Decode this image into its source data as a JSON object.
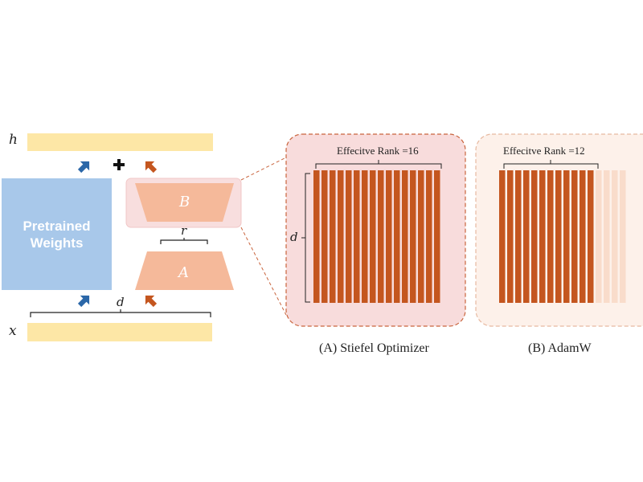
{
  "labels": {
    "h": "h",
    "x": "x",
    "pretrained_line1": "Pretrained",
    "pretrained_line2": "Weights",
    "matrix_b": "B",
    "matrix_a": "A",
    "rank_r": "r",
    "dim_d": "d",
    "panel_d": "d"
  },
  "panels": [
    {
      "caption": "(A) Stiefel Optimizer",
      "rank_label": "Effecitve Rank =16",
      "active_columns": 16,
      "faded_columns": 0
    },
    {
      "caption": "(B) AdamW",
      "rank_label": "Effecitve Rank =12",
      "active_columns": 12,
      "faded_columns": 4
    }
  ],
  "colors": {
    "bar_yellow": "#fde7a6",
    "pretrained_blue": "#a8c8ea",
    "lora_salmon": "#f5b99a",
    "lora_box": "#f8dede",
    "column_active": "#c4561f",
    "column_faded": "#f9dccb",
    "panel_a_bg": "#f8dcdc",
    "panel_b_bg": "#fdf1ea",
    "panel_border": "#c9643d",
    "arrow_blue": "#2b67a8",
    "arrow_orange": "#c4561f"
  },
  "icons": {
    "plus": "plus-icon",
    "arrow": "arrow-icon"
  }
}
